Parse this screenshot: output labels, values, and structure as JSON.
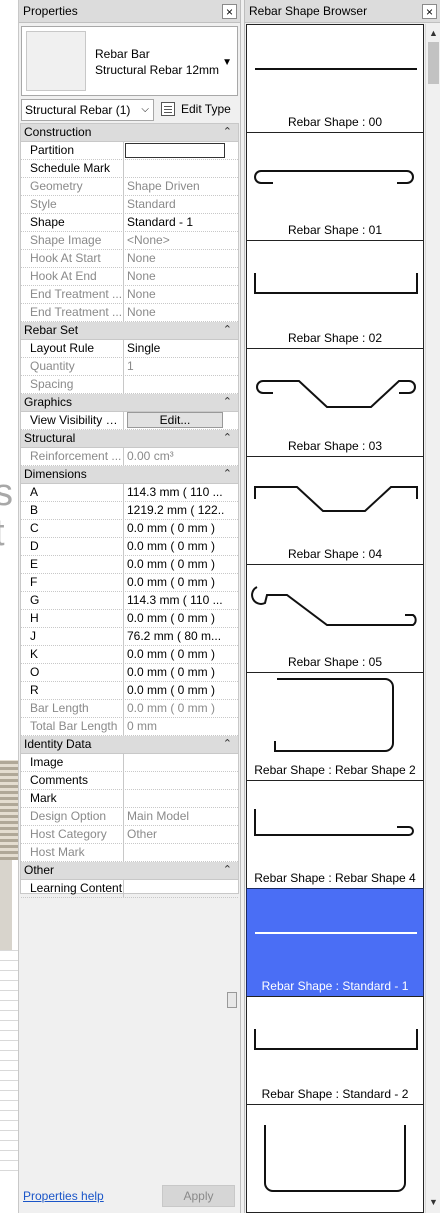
{
  "properties": {
    "title": "Properties",
    "type_family": "Rebar Bar",
    "type_name": "Structural Rebar 12mm",
    "instance_filter": "Structural Rebar (1)",
    "edit_type_label": "Edit Type",
    "help_link": "Properties help",
    "apply_label": "Apply",
    "groups": [
      {
        "name": "Construction",
        "rows": [
          {
            "label": "Partition",
            "value": "",
            "ro": false,
            "box": true
          },
          {
            "label": "Schedule Mark",
            "value": "",
            "ro": false
          },
          {
            "label": "Geometry",
            "value": "Shape Driven",
            "ro": true
          },
          {
            "label": "Style",
            "value": "Standard",
            "ro": true
          },
          {
            "label": "Shape",
            "value": "Standard - 1",
            "ro": false
          },
          {
            "label": "Shape Image",
            "value": "<None>",
            "ro": true
          },
          {
            "label": "Hook At Start",
            "value": "None",
            "ro": true
          },
          {
            "label": "Hook At End",
            "value": "None",
            "ro": true
          },
          {
            "label": "End Treatment ...",
            "value": "None",
            "ro": true
          },
          {
            "label": "End Treatment ...",
            "value": "None",
            "ro": true
          }
        ]
      },
      {
        "name": "Rebar Set",
        "rows": [
          {
            "label": "Layout Rule",
            "value": "Single",
            "ro": false
          },
          {
            "label": "Quantity",
            "value": "1",
            "ro": true
          },
          {
            "label": "Spacing",
            "value": "",
            "ro": true
          }
        ]
      },
      {
        "name": "Graphics",
        "rows": [
          {
            "label": "View Visibility S...",
            "value": "Edit...",
            "ro": false,
            "button": true
          }
        ]
      },
      {
        "name": "Structural",
        "rows": [
          {
            "label": "Reinforcement ...",
            "value": "0.00 cm³",
            "ro": true
          }
        ]
      },
      {
        "name": "Dimensions",
        "rows": [
          {
            "label": "A",
            "value": "114.3 mm ( 110 ...",
            "ro": false
          },
          {
            "label": "B",
            "value": "1219.2 mm ( 122...",
            "ro": false
          },
          {
            "label": "C",
            "value": "0.0 mm ( 0 mm )",
            "ro": false
          },
          {
            "label": "D",
            "value": "0.0 mm ( 0 mm )",
            "ro": false
          },
          {
            "label": "E",
            "value": "0.0 mm ( 0 mm )",
            "ro": false
          },
          {
            "label": "F",
            "value": "0.0 mm ( 0 mm )",
            "ro": false
          },
          {
            "label": "G",
            "value": "114.3 mm ( 110 ...",
            "ro": false
          },
          {
            "label": "H",
            "value": "0.0 mm ( 0 mm )",
            "ro": false
          },
          {
            "label": "J",
            "value": "76.2 mm ( 80 m...",
            "ro": false
          },
          {
            "label": "K",
            "value": "0.0 mm ( 0 mm )",
            "ro": false
          },
          {
            "label": "O",
            "value": "0.0 mm ( 0 mm )",
            "ro": false
          },
          {
            "label": "R",
            "value": "0.0 mm ( 0 mm )",
            "ro": false
          },
          {
            "label": "Bar Length",
            "value": "0.0 mm ( 0 mm )",
            "ro": true
          },
          {
            "label": "Total Bar Length",
            "value": "0 mm",
            "ro": true
          }
        ]
      },
      {
        "name": "Identity Data",
        "rows": [
          {
            "label": "Image",
            "value": "",
            "ro": false
          },
          {
            "label": "Comments",
            "value": "",
            "ro": false
          },
          {
            "label": "Mark",
            "value": "",
            "ro": false
          },
          {
            "label": "Design Option",
            "value": "Main Model",
            "ro": true
          },
          {
            "label": "Host Category",
            "value": "Other",
            "ro": true
          },
          {
            "label": "Host Mark",
            "value": "",
            "ro": true
          }
        ]
      },
      {
        "name": "Other",
        "rows": [
          {
            "label": "Learning Content",
            "value": "",
            "ro": false
          }
        ]
      }
    ]
  },
  "shape_browser": {
    "title": "Rebar Shape Browser",
    "shapes": [
      {
        "label": "Rebar Shape : 00",
        "icon": "straight-bar",
        "selected": false
      },
      {
        "label": "Rebar Shape : 01",
        "icon": "double-hook-bar",
        "selected": false
      },
      {
        "label": "Rebar Shape : 02",
        "icon": "u-bar",
        "selected": false
      },
      {
        "label": "Rebar Shape : 03",
        "icon": "cranked-bar-hooks",
        "selected": false
      },
      {
        "label": "Rebar Shape : 04",
        "icon": "cranked-bar-legs",
        "selected": false
      },
      {
        "label": "Rebar Shape : 05",
        "icon": "bent-hook-bar",
        "selected": false
      },
      {
        "label": "Rebar Shape : Rebar Shape 2",
        "icon": "c-bar",
        "selected": false
      },
      {
        "label": "Rebar Shape : Rebar Shape 4",
        "icon": "l-hook-bar",
        "selected": false
      },
      {
        "label": "Rebar Shape : Standard - 1",
        "icon": "straight-bar",
        "selected": true
      },
      {
        "label": "Rebar Shape : Standard - 2",
        "icon": "u-bar",
        "selected": false
      },
      {
        "label": "",
        "icon": "stirrup-bar",
        "selected": false
      }
    ]
  },
  "background_text": [
    "s",
    "t"
  ],
  "colors": {
    "selection": "#4a6ef5",
    "link": "#1a55c8"
  }
}
